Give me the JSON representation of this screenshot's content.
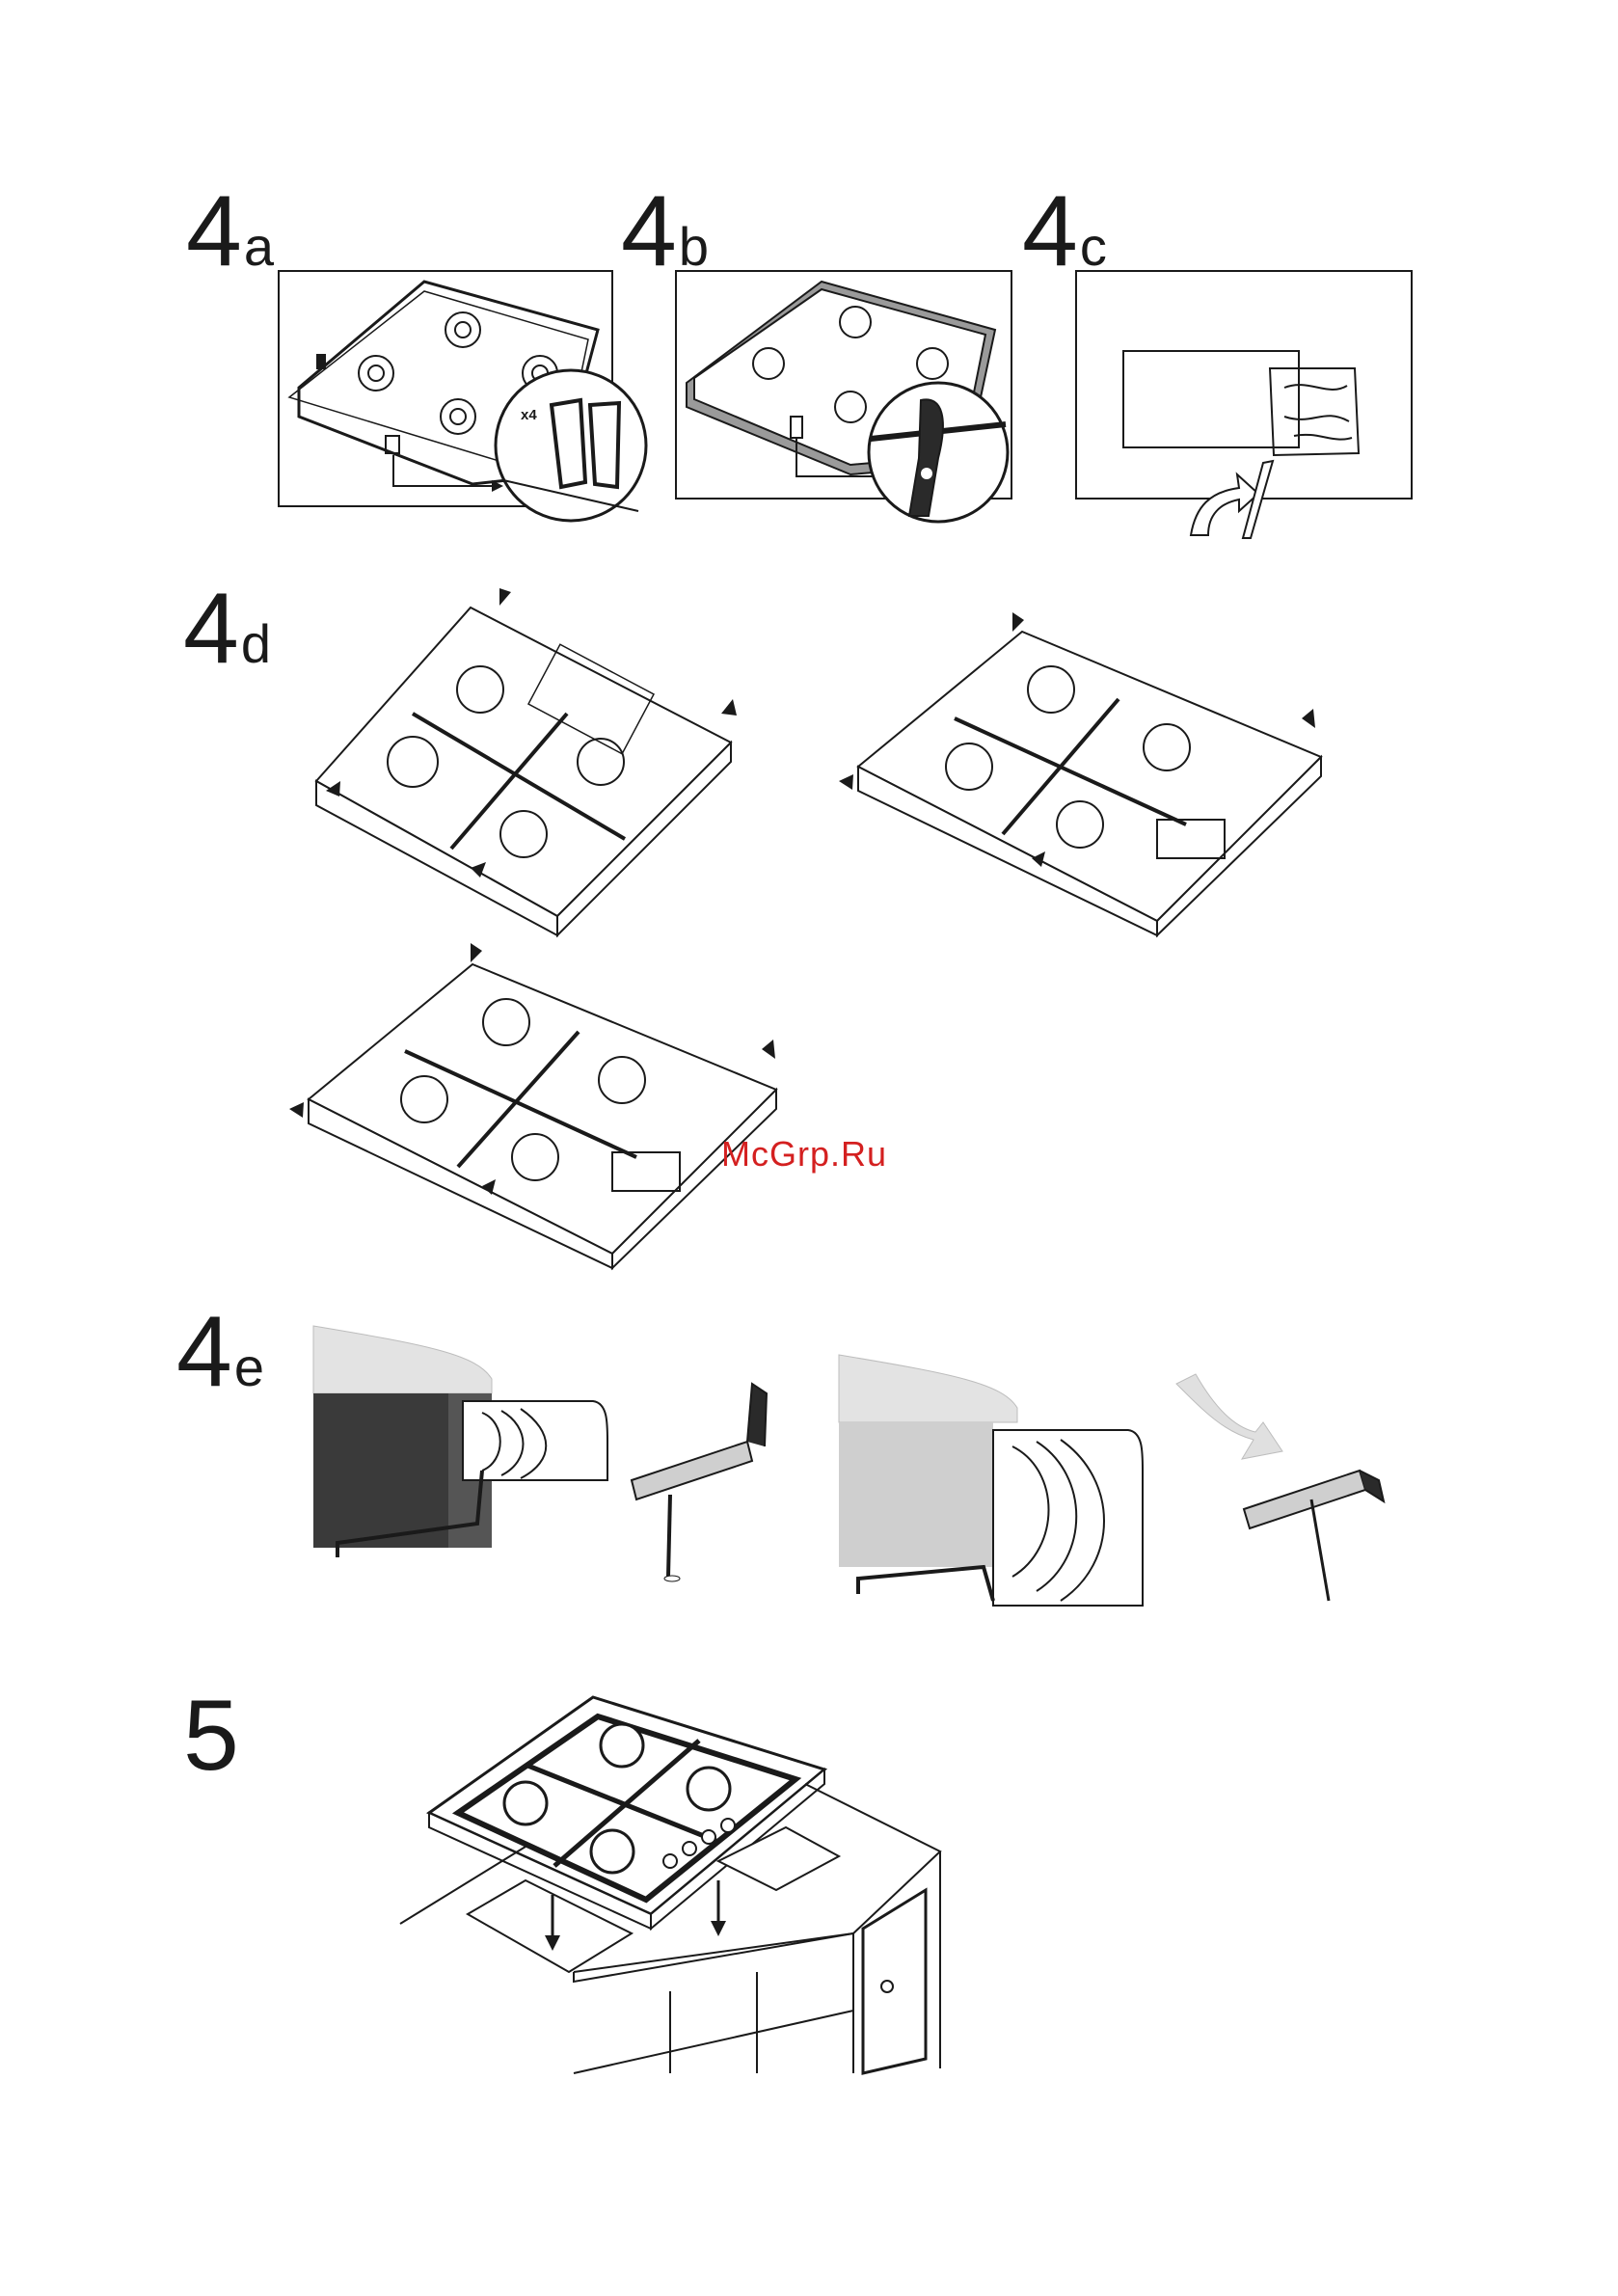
{
  "steps": {
    "s4a": {
      "num": "4",
      "sub": "a"
    },
    "s4b": {
      "num": "4",
      "sub": "b"
    },
    "s4c": {
      "num": "4",
      "sub": "c"
    },
    "s4d": {
      "num": "4",
      "sub": "d"
    },
    "s4e": {
      "num": "4",
      "sub": "e"
    },
    "s5": {
      "num": "5",
      "sub": ""
    }
  },
  "callouts": {
    "x4": "x4"
  },
  "watermark": "McGrp.Ru",
  "colors": {
    "ink": "#1a1a1a",
    "watermark": "#d42020",
    "gray": "#bdbdbd"
  }
}
